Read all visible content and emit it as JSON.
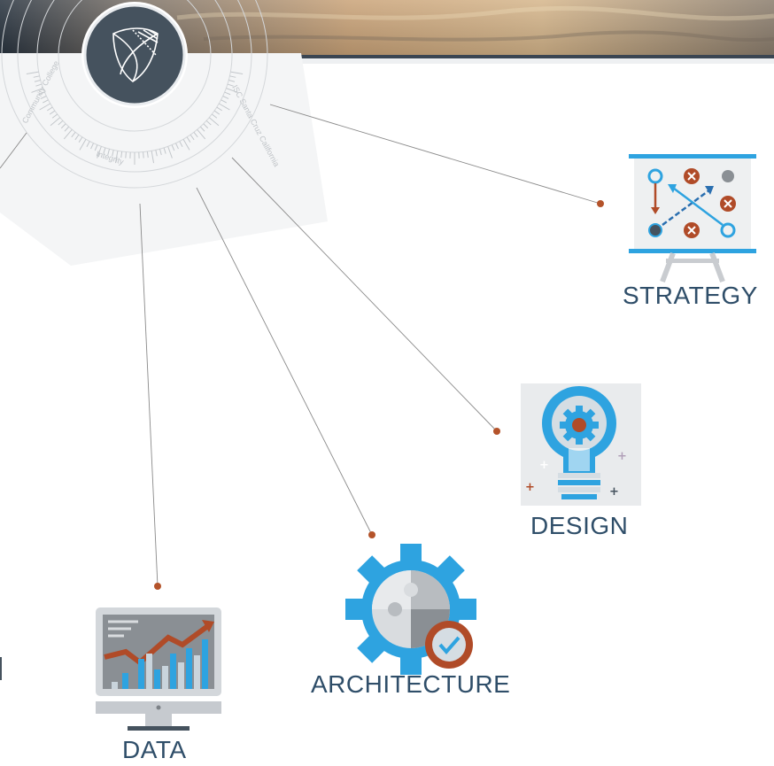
{
  "header": {
    "colors": {
      "sky_top": "#5a6470",
      "sky_warm": "#c89a6b",
      "sky_light": "#e6cfa7",
      "band": "#3b4654"
    }
  },
  "logo": {
    "icon": "faceted-shield-icon",
    "background": "#45525e",
    "border": "#ffffff"
  },
  "dial": {
    "text_outer": "ISC Santa Cruz California",
    "text_left": "Community College",
    "text_inner": "Integrity"
  },
  "nodes": {
    "strategy": {
      "label": "STRATEGY",
      "icon": "strategy-board-icon"
    },
    "design": {
      "label": "DESIGN",
      "icon": "lightbulb-gear-icon"
    },
    "architecture": {
      "label": "ARCHITECTURE",
      "icon": "puzzle-gear-icon"
    },
    "data": {
      "label": "DATA",
      "icon": "monitor-chart-icon"
    }
  },
  "colors": {
    "label": "#2f4e69",
    "connector_dot": "#b4532a",
    "connector_line": "#7a7a7a",
    "icon_blue": "#2ea3e0",
    "icon_orange": "#b04b28",
    "icon_grey": "#8a8f94"
  }
}
